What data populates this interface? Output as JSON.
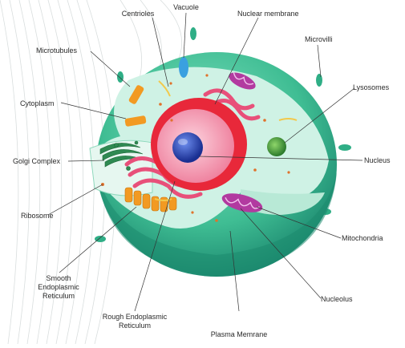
{
  "labels": {
    "centrioles": "Centrioles",
    "vacuole": "Vacuole",
    "nuclear_membrane": "Nuclear membrane",
    "microtubules": "Microtubules",
    "microvilli": "Microvilli",
    "lysosomes": "Lysosomes",
    "cytoplasm": "Cytoplasm",
    "golgi_complex": "Golgi Complex",
    "nucleus": "Nucleus",
    "ribosome": "Ribosome",
    "mitochondria": "Mitochondria",
    "smooth_er": "Smooth Endoplasmic Reticulum",
    "nucleolus": "Nucleolus",
    "rough_er": "Rough Endoplasmic Reticulum",
    "plasma_membrane": "Plasma Memrane"
  },
  "colors": {
    "cell_body": "#4cc9a0",
    "cell_dark": "#1f9a7a",
    "cytoplasm": "#c9f0e2",
    "nuclear_membrane": "#e8283a",
    "nucleus": "#f7a3b8",
    "nucleolus": "#2747b8",
    "golgi": "#2f8a52",
    "er": "#e8507a",
    "smooth_er": "#f29a22",
    "lysosome": "#3a9a3a",
    "mitochondria": "#b23aa0",
    "vacuole": "#3aa0e0"
  }
}
